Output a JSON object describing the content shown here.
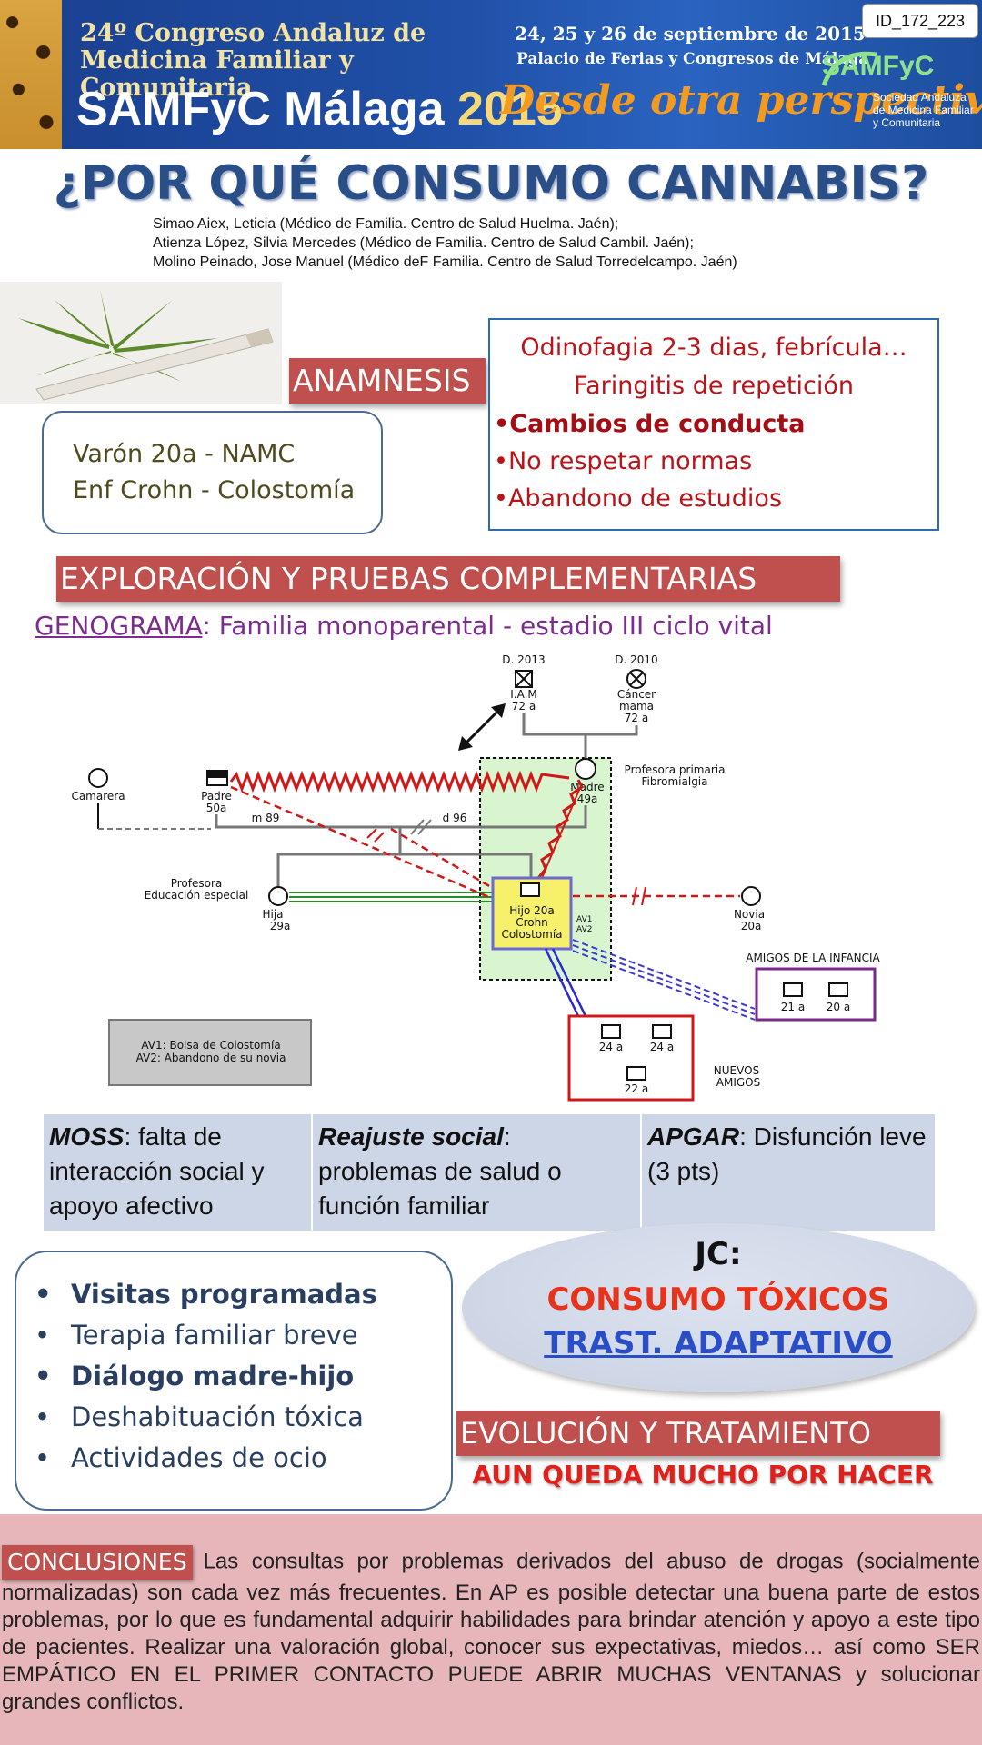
{
  "banner": {
    "congress_line1": "24º Congreso  Andaluz de",
    "congress_line2": "Medicina Familiar y Comunitaria",
    "event_name": "SAMFyC Málaga",
    "year": "2015",
    "dates": "24, 25 y 26 de septiembre de 2015",
    "venue": "Palacio de Ferias y Congresos de Málaga",
    "slogan": "Desde otra perspectiva",
    "logo": "SAMFyC",
    "society_line1": "Sociedad Andaluza",
    "society_line2": "de Medicina Familiar",
    "society_line3": "y Comunitaria",
    "poster_id": "ID_172_223"
  },
  "title": "¿POR QUÉ CONSUMO CANNABIS?",
  "authors": [
    "Simao Aiex, Leticia (Médico de Familia. Centro de Salud Huelma. Jaén);",
    "Atienza López, Silvia Mercedes (Médico de Familia. Centro de Salud Cambil. Jaén);",
    "Molino Peinado, Jose Manuel (Médico deF Familia. Centro de Salud Torredelcampo. Jaén)"
  ],
  "anamnesis": {
    "heading": "ANAMNESIS",
    "patient_line1": "Varón 20a - NAMC",
    "patient_line2": "Enf Crohn - Colostomía",
    "symptoms_line1": "Odinofagia 2-3 dias, febrícula…",
    "symptoms_line2": "Faringitis de repetición",
    "bullets": [
      "Cambios de conducta",
      "No respetar normas",
      "Abandono de estudios"
    ]
  },
  "exploracion": {
    "heading": "EXPLORACIÓN Y PRUEBAS COMPLEMENTARIAS",
    "genogram_label": "GENOGRAMA",
    "genogram_text": ": Familia monoparental - estadio III ciclo vital"
  },
  "genogram": {
    "grandfather_date": "D. 2013",
    "grandfather_cause": "I.A.M",
    "grandfather_age": "72 a",
    "grandmother_date": "D. 2010",
    "grandmother_cause1": "Cáncer",
    "grandmother_cause2": "mama",
    "grandmother_age": "72 a",
    "camarera": "Camarera",
    "padre": "Padre",
    "padre_age": "50a",
    "madre": "Madre",
    "madre_age": "49a",
    "madre_note1": "Profesora primaria",
    "madre_note2": "Fibromialgia",
    "marriage": "m 89",
    "divorce": "d 96",
    "hija_note1": "Profesora",
    "hija_note2": "Educación especial",
    "hija": "Hija",
    "hija_age": "29a",
    "hijo_line1": "Hijo 20a",
    "hijo_line2": "Crohn",
    "hijo_line3": "Colostomía",
    "av1": "AV1",
    "av2": "AV2",
    "novia": "Novia",
    "novia_age": "20a",
    "amigos_infancia": "AMIGOS DE LA INFANCIA",
    "amigo_inf_1": "21 a",
    "amigo_inf_2": "20 a",
    "nuevos_1": "24 a",
    "nuevos_2": "24 a",
    "nuevos_3": "22 a",
    "nuevos_label1": "NUEVOS",
    "nuevos_label2": "AMIGOS",
    "legend_line1": "AV1: Bolsa de Colostomía",
    "legend_line2": "AV2: Abandono de su novia"
  },
  "scales": [
    {
      "name": "MOSS",
      "text": ": falta de interacción social y apoyo afectivo"
    },
    {
      "name": "Reajuste social",
      "text": ": problemas de salud o función familiar"
    },
    {
      "name": "APGAR",
      "text": ": Disfunción leve (3 pts)"
    }
  ],
  "plan": [
    {
      "text": "Visitas programadas",
      "bold": true
    },
    {
      "text": "Terapia familiar breve",
      "bold": false
    },
    {
      "text": "Diálogo madre-hijo",
      "bold": true
    },
    {
      "text": "Deshabituación tóxica",
      "bold": false
    },
    {
      "text": "Actividades de ocio",
      "bold": false
    }
  ],
  "jc": {
    "label": "JC:",
    "line1": "CONSUMO TÓXICOS",
    "line2": "TRAST. ADAPTATIVO"
  },
  "evolucion": {
    "heading": "EVOLUCIÓN Y TRATAMIENTO",
    "subtitle": "AUN QUEDA MUCHO POR HACER"
  },
  "conclusiones": {
    "heading": "CONCLUSIONES",
    "text": "Las consultas por problemas derivados del abuso de drogas (socialmente normalizadas) son cada vez más frecuentes. En AP es posible detectar una buena parte de estos problemas, por lo que es fundamental adquirir habilidades para brindar atención y apoyo a este tipo de pacientes. Realizar una valoración global, conocer sus expectativas, miedos… así como SER EMPÁTICO EN EL PRIMER CONTACTO PUEDE ABRIR MUCHAS VENTANAS y solucionar grandes conflictos."
  },
  "colors": {
    "heading_red": "#c0504d",
    "title_blue": "#2a4f88",
    "accent_red": "#b8141a",
    "genogram_purple": "#7b2c8e",
    "scales_bg": "#cdd6e7",
    "conclusions_bg": "#e6b6ba"
  }
}
